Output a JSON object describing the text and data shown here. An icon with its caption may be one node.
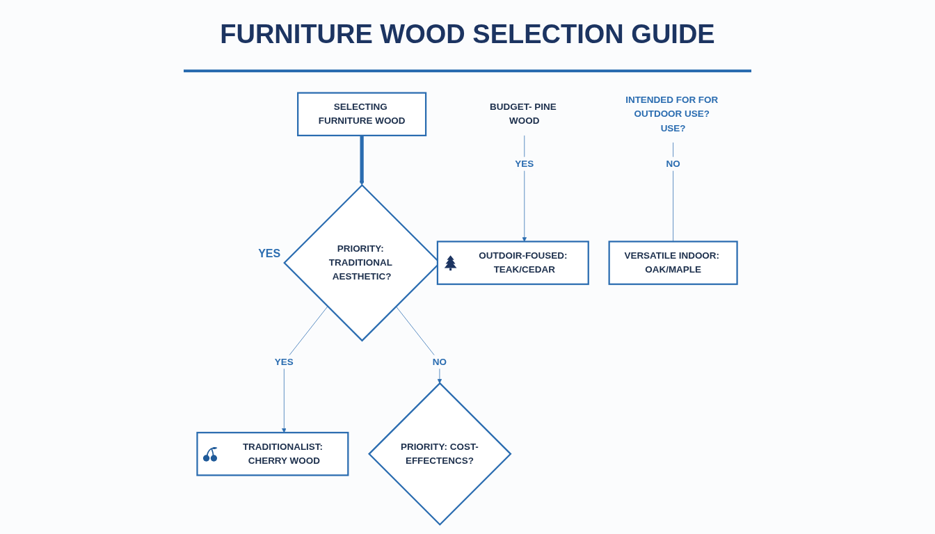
{
  "diagram": {
    "title": "FURNITURE WOOD SELECTION GUIDE",
    "nodes": [
      {
        "text": [
          "SELECTING FURNITURE WOOD"
        ]
      },
      {
        "text": [
          "PRIORITY: TRADITIONAL AESTHETIC?"
        ]
      },
      {
        "text": [
          "TRADITIONALIST: CHERRY WOOD"
        ]
      },
      {
        "text": [
          "BUDGET- PINE WOOD"
        ]
      },
      {
        "text": [
          "PRIORITY: COST-EFFECTENCS?"
        ]
      },
      {
        "text": [
          "INTENDED FOR FOR OUTDOOR USE? USE?"
        ]
      },
      {
        "text": [
          "OUTDOIR-FOUSED: TEAK/CEDAR"
        ]
      },
      {
        "text": [
          "VERSATILE INDOOR: OAK/MAPLE"
        ]
      }
    ],
    "edges": [
      {
        "from": 0,
        "to": 1,
        "arrow": "to",
        "style": "thick"
      },
      {
        "from": 1,
        "to": 2,
        "arrow": "to",
        "label": "YES"
      },
      {
        "from": 1,
        "to": 4,
        "arrow": "to",
        "label": "NO"
      },
      {
        "from": 3,
        "to": 6,
        "arrow": "to",
        "label": "YES"
      },
      {
        "from": 5,
        "to": 7,
        "arrow": "none",
        "label": "NO"
      }
    ],
    "labels": [
      "YES"
    ]
  }
}
